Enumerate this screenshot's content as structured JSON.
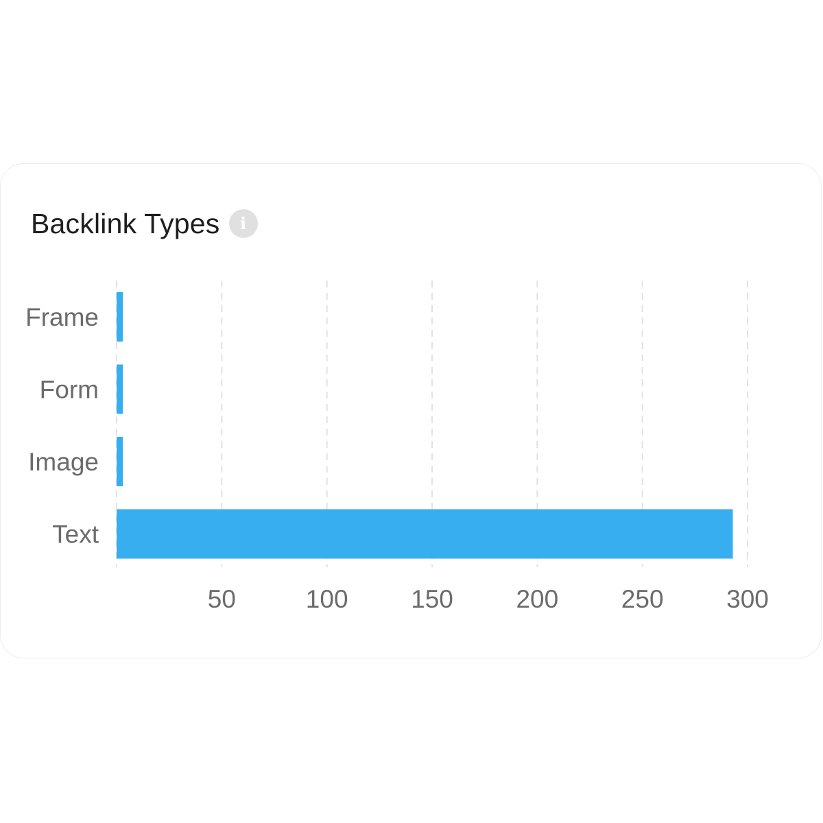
{
  "card": {
    "title": "Backlink Types",
    "info_icon": "info-icon",
    "info_glyph": "i"
  },
  "colors": {
    "bar": "#36aeef",
    "grid": "#e2e2e2",
    "axis_text": "#6b6b6b",
    "title": "#1e1e1e",
    "info_icon_bg": "#e0e0e0"
  },
  "chart_data": {
    "type": "bar",
    "orientation": "horizontal",
    "categories": [
      "Frame",
      "Form",
      "Image",
      "Text"
    ],
    "values": [
      3,
      3,
      3,
      293
    ],
    "xlim": [
      0,
      300
    ],
    "xticks": [
      50,
      100,
      150,
      200,
      250,
      300
    ],
    "grid": true,
    "legend": "none",
    "title": "Backlink Types"
  }
}
